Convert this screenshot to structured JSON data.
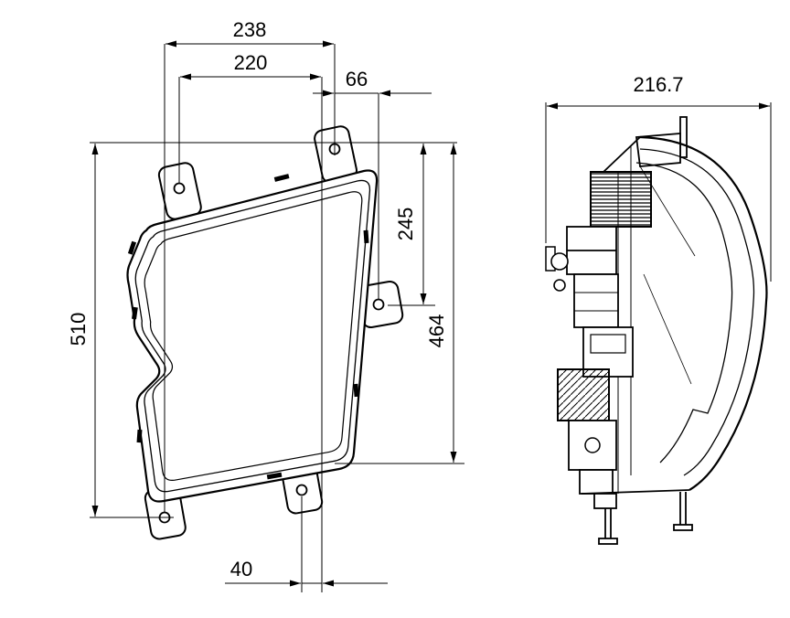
{
  "drawing": {
    "background": "#ffffff",
    "line_color": "#000000",
    "type": "headlamp-dimensional-drawing",
    "dimensions": {
      "front_width_outer": "238",
      "front_width_inner": "220",
      "front_offset_right": "66",
      "side_depth": "216.7",
      "front_height_overall": "510",
      "front_height_upper": "245",
      "front_height_mount": "464",
      "front_offset_bottom": "40"
    }
  }
}
